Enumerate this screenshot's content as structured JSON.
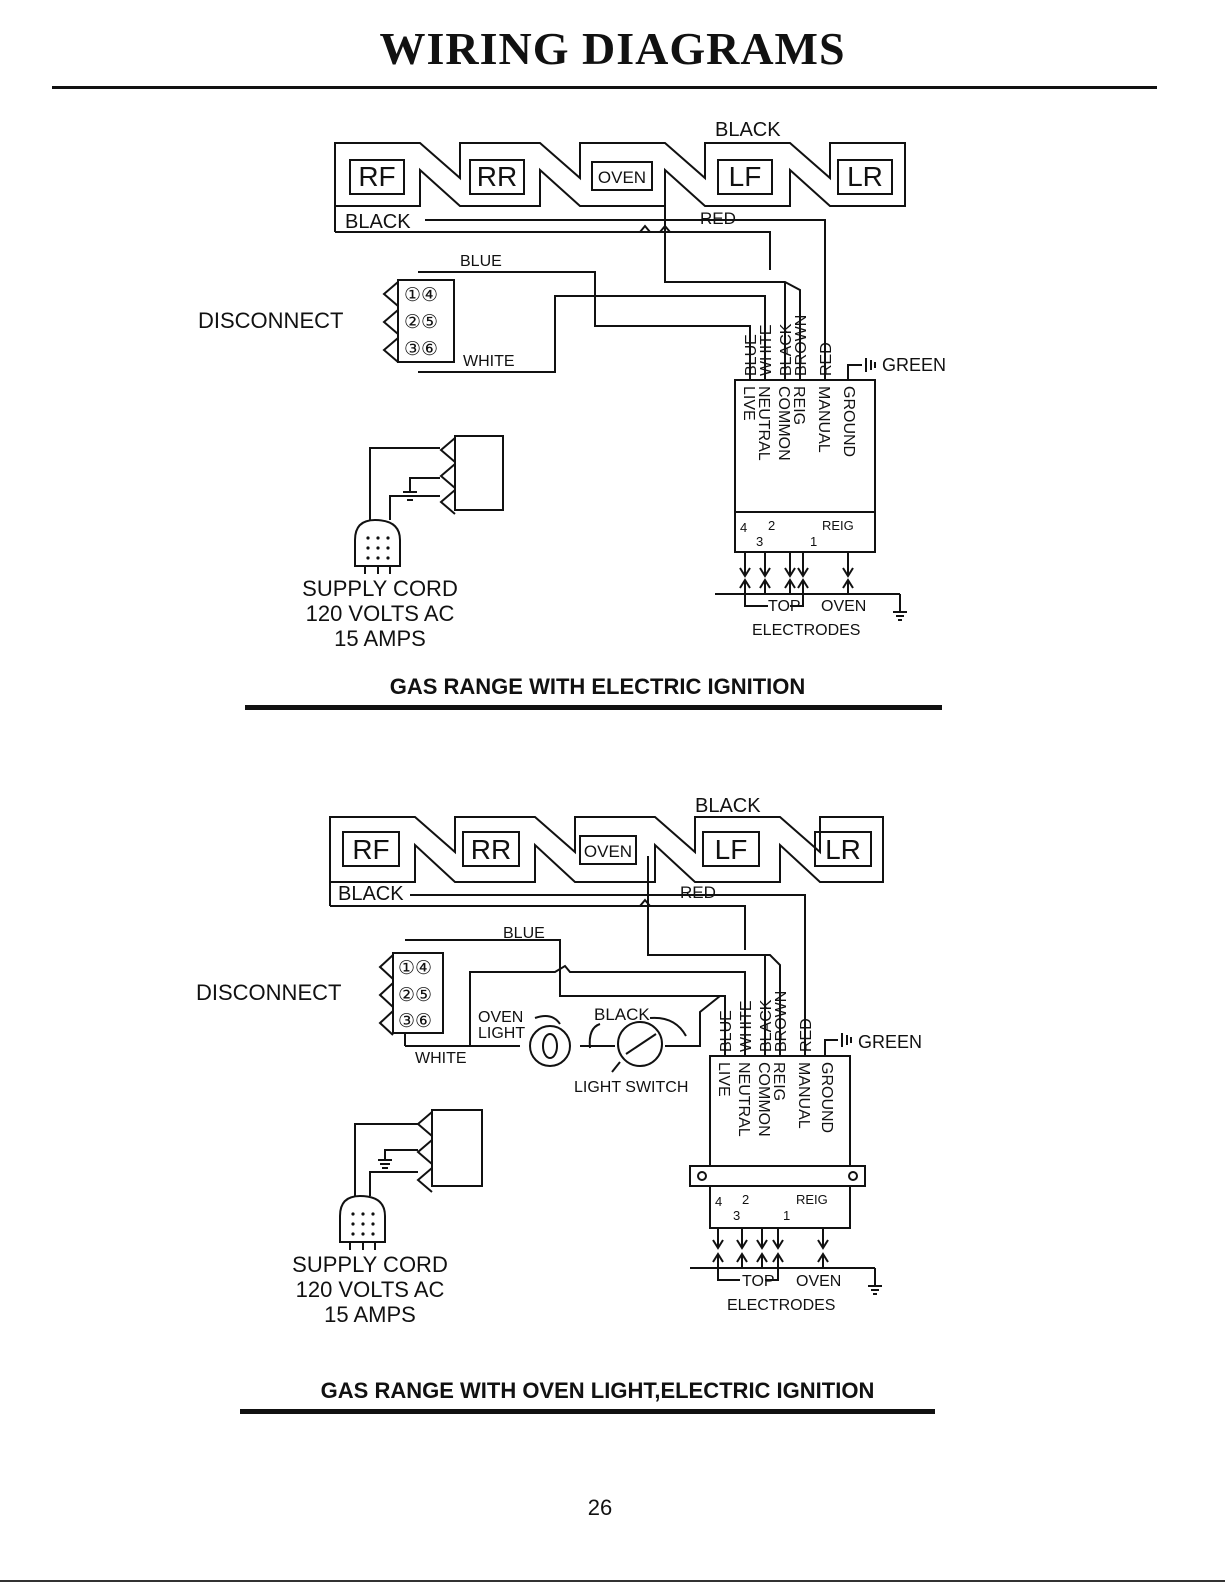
{
  "page": {
    "title": "WIRING DIAGRAMS",
    "page_number": "26"
  },
  "diagrams": [
    {
      "caption": "GAS RANGE WITH ELECTRIC IGNITION",
      "burners": [
        "RF",
        "RR",
        "OVEN",
        "LF",
        "LR"
      ],
      "wire_labels": {
        "black_top": "BLACK",
        "black_left": "BLACK",
        "red": "RED",
        "blue": "BLUE",
        "white": "WHITE",
        "green": "GREEN"
      },
      "disconnect_label": "DISCONNECT",
      "connector_pins": [
        "①④",
        "②⑤",
        "③⑥"
      ],
      "module_inputs": [
        "BLUE",
        "WHITE",
        "BLACK",
        "BROWN",
        "RED"
      ],
      "module_functions": [
        "LIVE",
        "NEUTRAL",
        "COMMON",
        "REIG",
        "MANUAL",
        "GROUND"
      ],
      "module_outputs": [
        "4",
        "2",
        "3",
        "1",
        "REIG"
      ],
      "supply_cord": [
        "SUPPLY CORD",
        "120 VOLTS AC",
        "15 AMPS"
      ],
      "electrodes": {
        "top": "TOP",
        "oven": "OVEN",
        "label": "ELECTRODES"
      }
    },
    {
      "caption": "GAS RANGE WITH OVEN LIGHT,ELECTRIC IGNITION",
      "burners": [
        "RF",
        "RR",
        "OVEN",
        "LF",
        "LR"
      ],
      "wire_labels": {
        "black_top": "BLACK",
        "black_left": "BLACK",
        "red": "RED",
        "blue": "BLUE",
        "white": "WHITE",
        "green": "GREEN",
        "black_light": "BLACK"
      },
      "disconnect_label": "DISCONNECT",
      "connector_pins": [
        "①④",
        "②⑤",
        "③⑥"
      ],
      "module_inputs": [
        "BLUE",
        "WHITE",
        "BLACK",
        "BROWN",
        "RED"
      ],
      "module_functions": [
        "LIVE",
        "NEUTRAL",
        "COMMON",
        "REIG",
        "MANUAL",
        "GROUND"
      ],
      "module_outputs": [
        "4",
        "2",
        "3",
        "1",
        "REIG"
      ],
      "oven_light": [
        "OVEN",
        "LIGHT"
      ],
      "light_switch": "LIGHT SWITCH",
      "supply_cord": [
        "SUPPLY CORD",
        "120 VOLTS AC",
        "15 AMPS"
      ],
      "electrodes": {
        "top": "TOP",
        "oven": "OVEN",
        "label": "ELECTRODES"
      }
    }
  ]
}
